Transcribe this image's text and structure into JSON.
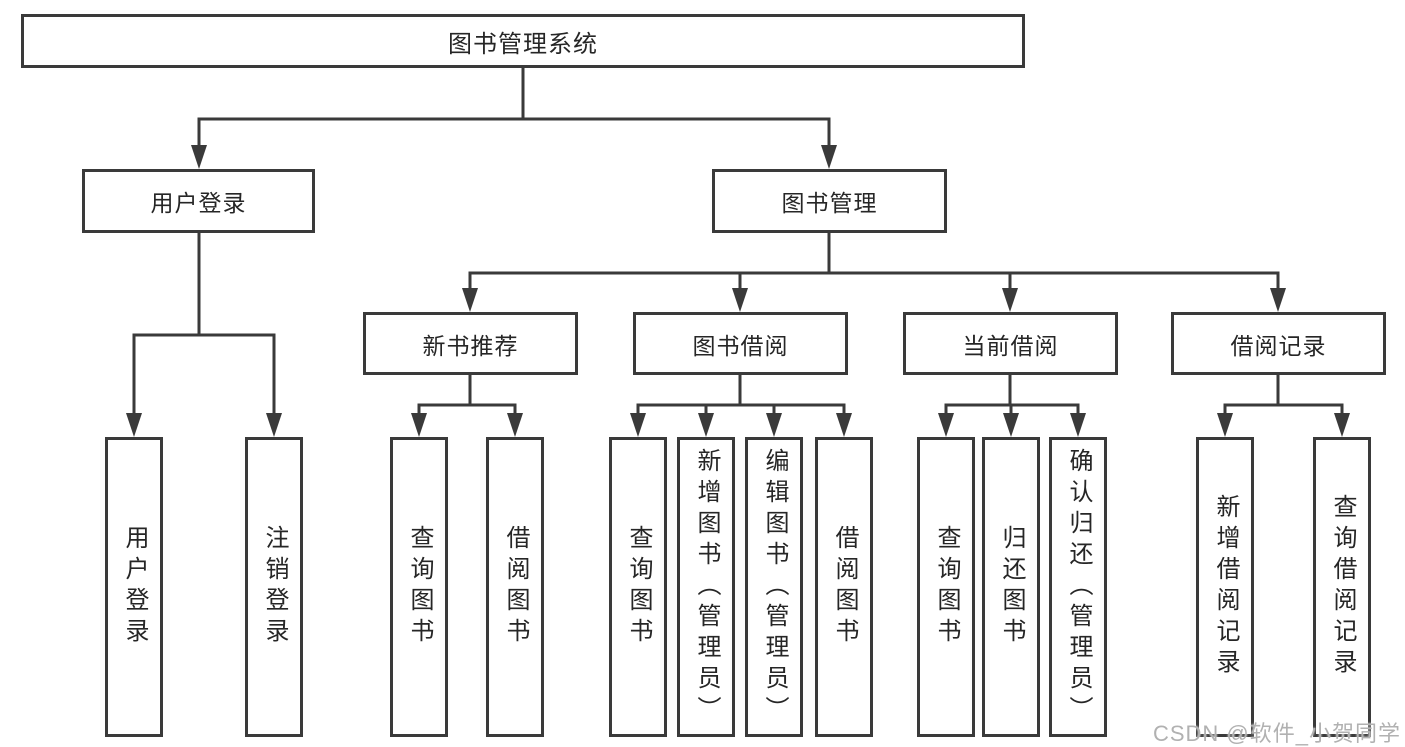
{
  "diagram_title": "图书管理系统",
  "tree": {
    "label": "图书管理系统",
    "children": [
      {
        "label": "用户登录",
        "children": [
          {
            "label": "用户登录"
          },
          {
            "label": "注销登录"
          }
        ]
      },
      {
        "label": "图书管理",
        "children": [
          {
            "label": "新书推荐",
            "children": [
              {
                "label": "查询图书"
              },
              {
                "label": "借阅图书"
              }
            ]
          },
          {
            "label": "图书借阅",
            "children": [
              {
                "label": "查询图书"
              },
              {
                "label": "新增图书（管理员）"
              },
              {
                "label": "编辑图书（管理员）"
              },
              {
                "label": "借阅图书"
              }
            ]
          },
          {
            "label": "当前借阅",
            "children": [
              {
                "label": "查询图书"
              },
              {
                "label": "归还图书"
              },
              {
                "label": "确认归还（管理员）"
              }
            ]
          },
          {
            "label": "借阅记录",
            "children": [
              {
                "label": "新增借阅记录"
              },
              {
                "label": "查询借阅记录"
              }
            ]
          }
        ]
      }
    ]
  },
  "watermark": {
    "text": "CSDN @软件_小贺同学"
  },
  "colors": {
    "line": "#3a3a3a",
    "text": "#262626",
    "background": "#ffffff",
    "watermark": "#b1b1b1"
  }
}
